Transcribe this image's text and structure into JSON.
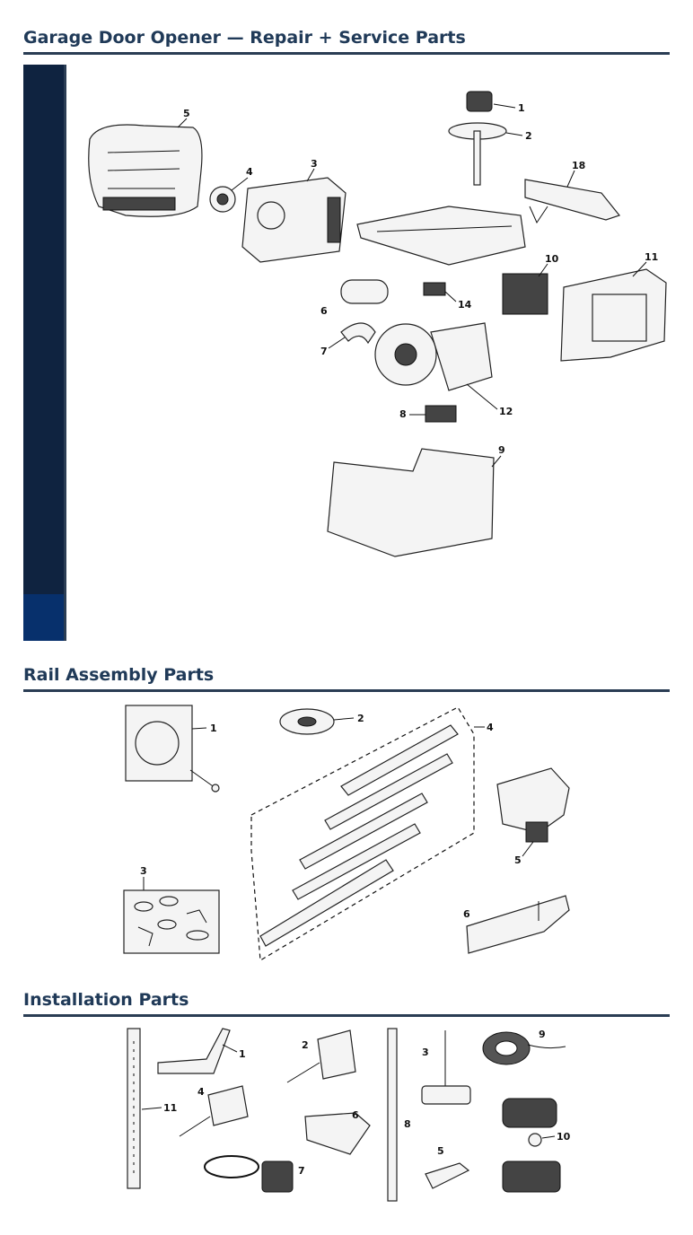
{
  "sections": [
    {
      "title": "Garage Door Opener — Repair + Service Parts"
    },
    {
      "title": "Rail Assembly Parts"
    },
    {
      "title": "Installation Parts"
    }
  ],
  "opener_callouts": [
    "5",
    "4",
    "3",
    "1",
    "2",
    "18",
    "6",
    "14",
    "10",
    "11",
    "7",
    "12",
    "8",
    "9"
  ],
  "rail_callouts": [
    "1",
    "2",
    "4",
    "5",
    "3",
    "6"
  ],
  "install_callouts": [
    "1",
    "2",
    "4",
    "11",
    "6",
    "7",
    "8",
    "3",
    "9",
    "10",
    "5"
  ]
}
